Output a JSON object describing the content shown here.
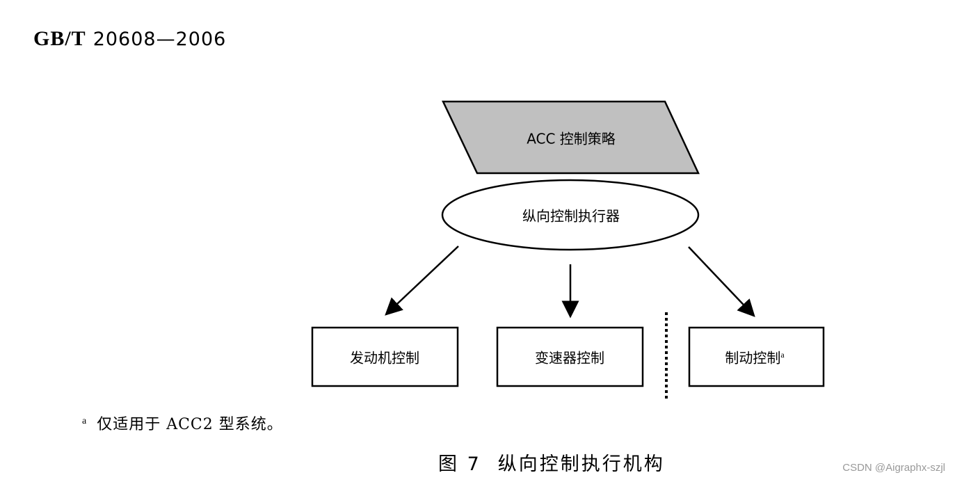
{
  "header": {
    "gb_prefix": "GB/T",
    "standard_number": "20608—2006"
  },
  "diagram": {
    "strategy_label": "ACC 控制策略",
    "executor_label": "纵向控制执行器",
    "boxes": [
      {
        "label": "发动机控制",
        "superscript": ""
      },
      {
        "label": "变速器控制",
        "superscript": ""
      },
      {
        "label": "制动控制",
        "superscript": "a"
      }
    ],
    "colors": {
      "strategy_fill": "#c0c0c0",
      "stroke": "#000000"
    }
  },
  "footnote": {
    "mark": "a",
    "text": "仅适用于 ACC2 型系统。"
  },
  "caption": {
    "figure": "图 7",
    "title": "纵向控制执行机构"
  },
  "watermark": "CSDN @Aigraphx-szjl"
}
